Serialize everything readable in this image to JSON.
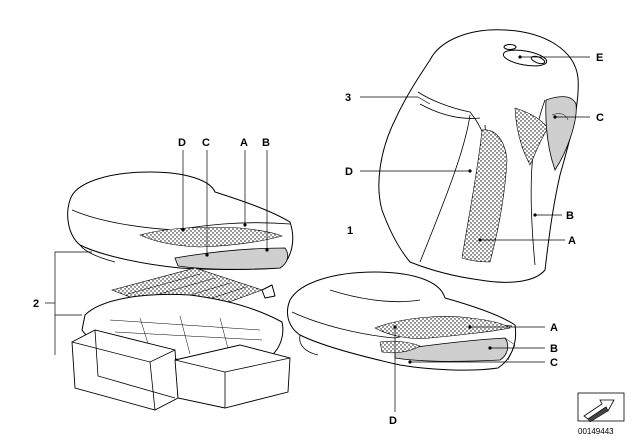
{
  "diagram": {
    "labels": [
      {
        "id": "lbl-1",
        "text": "1"
      },
      {
        "id": "lbl-2",
        "text": "2"
      },
      {
        "id": "lbl-3",
        "text": "3"
      },
      {
        "id": "lbl-e-back",
        "text": "E"
      },
      {
        "id": "lbl-c-back",
        "text": "C"
      },
      {
        "id": "lbl-d-back",
        "text": "D"
      },
      {
        "id": "lbl-b-back",
        "text": "B"
      },
      {
        "id": "lbl-a-back",
        "text": "A"
      },
      {
        "id": "lbl-a-cushion",
        "text": "A"
      },
      {
        "id": "lbl-b-cushion",
        "text": "B"
      },
      {
        "id": "lbl-c-cushion",
        "text": "C"
      },
      {
        "id": "lbl-d-cushion",
        "text": "D"
      },
      {
        "id": "lbl-d-exploded",
        "text": "D"
      },
      {
        "id": "lbl-c-exploded",
        "text": "C"
      },
      {
        "id": "lbl-a-exploded",
        "text": "A"
      },
      {
        "id": "lbl-b-exploded",
        "text": "B"
      }
    ],
    "reference_number": "00149443"
  }
}
